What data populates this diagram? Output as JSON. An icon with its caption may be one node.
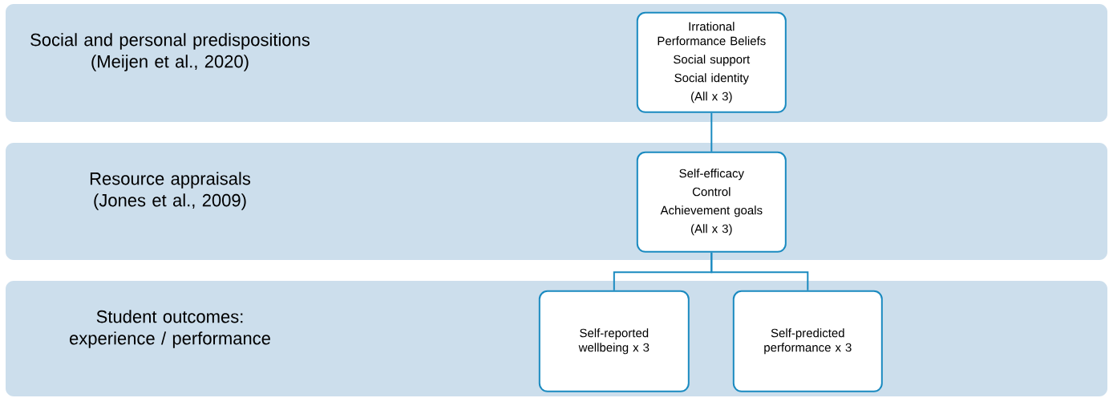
{
  "diagram": {
    "nodes": [
      {
        "text": [
          "Social and personal predispositions (Meijen et al., 2020)"
        ]
      },
      {
        "text": [
          "Resource appraisals (Jones et al., 2009)"
        ]
      },
      {
        "text": [
          "Student outcomes: experience / performance"
        ]
      },
      {
        "text": [
          "Irrational Performance Beliefs",
          "Social support",
          "Social identity",
          "(All x 3)"
        ],
        "in": 0
      },
      {
        "text": [
          "Self-efficacy",
          "Control",
          "Achievement goals",
          "(All x 3)"
        ],
        "in": 1
      },
      {
        "text": [
          "Self-reported wellbeing x 3"
        ],
        "in": 2
      },
      {
        "text": [
          "Self-predicted performance x 3"
        ],
        "in": 2
      }
    ],
    "edges": [
      {
        "from": 3,
        "to": 4,
        "arrow": "none"
      },
      {
        "from": 4,
        "to": 5,
        "arrow": "none"
      },
      {
        "from": 4,
        "to": 6,
        "arrow": "none"
      }
    ]
  }
}
